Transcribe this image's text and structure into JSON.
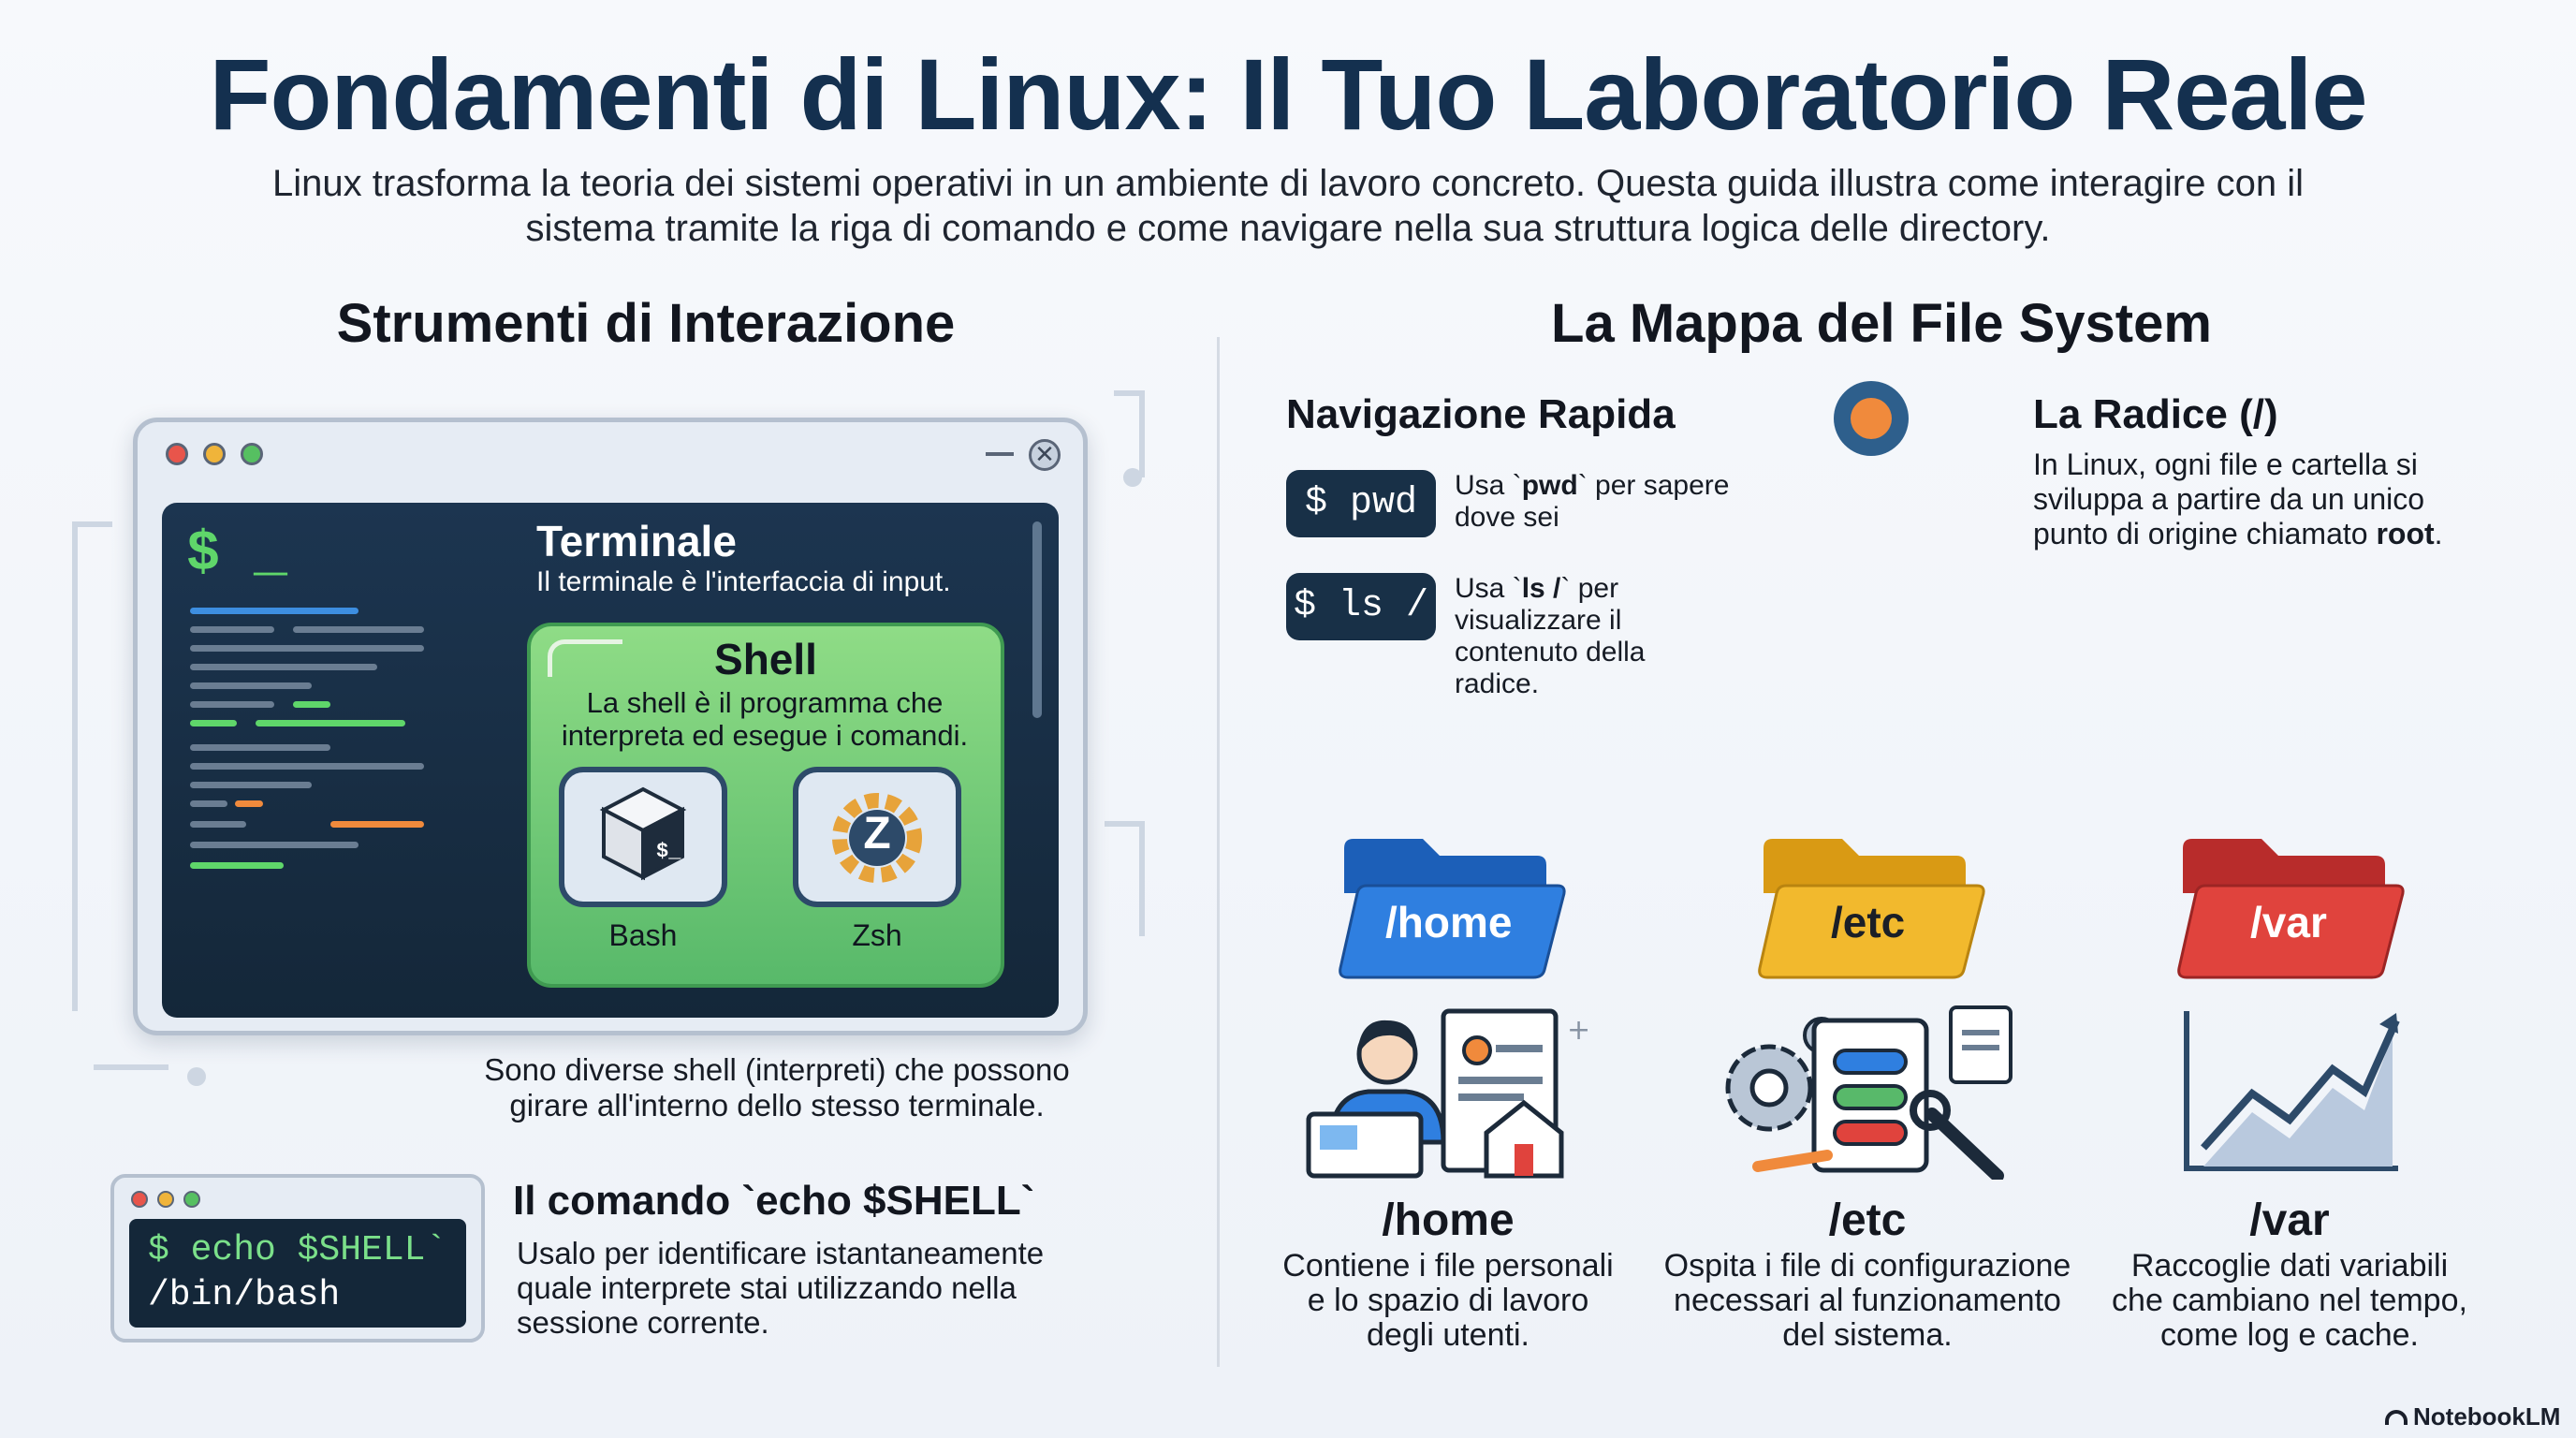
{
  "title": "Fondamenti di Linux: Il Tuo Laboratorio Reale",
  "subtitle": "Linux trasforma la teoria dei sistemi operativi in un ambiente di lavoro concreto. Questa guida illustra come interagire con il sistema tramite la riga di comando e come navigare nella sua struttura logica delle directory.",
  "left": {
    "heading": "Strumenti di Interazione",
    "terminal": {
      "prompt": "$ _",
      "title": "Terminale",
      "desc": "Il terminale è l'interfaccia di input."
    },
    "shell": {
      "title": "Shell",
      "desc": "La shell è il programma che interpreta ed esegue i comandi.",
      "bash_label": "Bash",
      "zsh_label": "Zsh",
      "bash_glyph": "$_",
      "zsh_glyph": "Z"
    },
    "shells_note": "Sono diverse shell (interpreti) che possono girare all'interno dello stesso terminale.",
    "echo": {
      "line1": "$ echo $SHELL`",
      "line2": "/bin/bash",
      "title": "Il comando `echo $SHELL`",
      "desc": "Usalo per identificare istantaneamente quale interprete stai utilizzando nella sessione corrente."
    }
  },
  "right": {
    "heading": "La Mappa del File System",
    "nav_heading": "Navigazione Rapida",
    "commands": [
      {
        "cmd": "$ pwd",
        "desc_pre": "Usa `",
        "desc_bold": "pwd",
        "desc_post": "` per sapere dove sei"
      },
      {
        "cmd": "$ ls /",
        "desc_pre": "Usa `",
        "desc_bold": "ls /",
        "desc_post": "` per visualizzare il contenuto della radice."
      }
    ],
    "root": {
      "title": "La Radice (/)",
      "desc_pre": "In Linux, ogni file e cartella si sviluppa a partire da un unico punto di origine chiamato ",
      "desc_bold": "root",
      "desc_post": "."
    },
    "dirs": [
      {
        "folder": "/home",
        "title": "/home",
        "desc": "Contiene i file personali e lo spazio di lavoro degli utenti.",
        "color": "#2f7fe0"
      },
      {
        "folder": "/etc",
        "title": "/etc",
        "desc": "Ospita i file di configurazione necessari al funzionamento del sistema.",
        "color": "#f2b92d"
      },
      {
        "folder": "/var",
        "title": "/var",
        "desc": "Raccoglie dati variabili che cambiano nel tempo, come log e cache.",
        "color": "#e0433d"
      }
    ]
  },
  "branding": "NotebookLM",
  "colors": {
    "navy": "#14304f",
    "terminal": "#1c3550",
    "shell_green": "#58b96a",
    "accent_orange": "#f08a3c"
  }
}
